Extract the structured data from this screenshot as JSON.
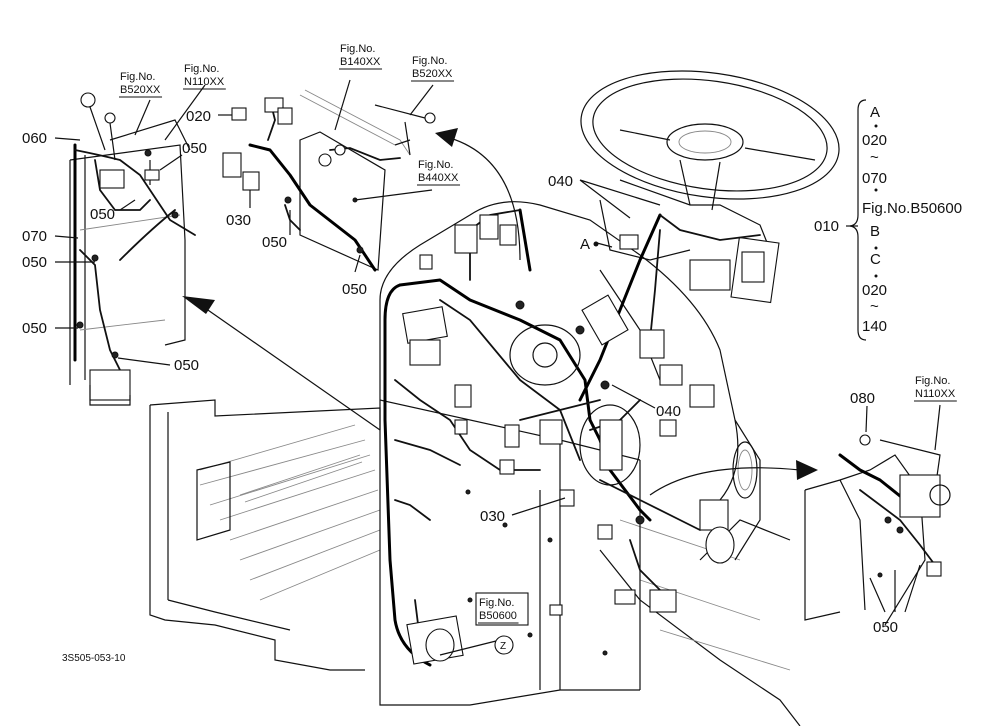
{
  "drawing_code": "3S505-053-10",
  "fig_refs": {
    "b520_left": "Fig.No. B520XX",
    "n110_left": "Fig.No. N110XX",
    "b140": "Fig.No. B140XX",
    "b520_top": "Fig.No. B520XX",
    "b440": "Fig.No. B440XX",
    "n110_right": "Fig.No. N110XX",
    "b506_bottom": "Fig.No. B50600"
  },
  "callouts": {
    "c060": "060",
    "c070": "070",
    "c050_l1": "050",
    "c050_l2": "050",
    "c050_l3": "050",
    "c050_l4": "050",
    "c050_l5": "050",
    "c020_top": "020",
    "c030_top": "030",
    "c050_t1": "050",
    "c050_t2": "050",
    "c040_top": "040",
    "c040_mid": "040",
    "c030_mid": "030",
    "c080": "080",
    "c050_r": "050",
    "c010": "010",
    "marker_a": "A",
    "marker_z": "Z"
  },
  "legend": {
    "line1": "A",
    "line2": "020",
    "line3": "~",
    "line4": "070",
    "line5": "Fig.No.B50600",
    "line6": "B",
    "line7": "C",
    "line8": "020",
    "line9": "~",
    "line10": "140"
  }
}
